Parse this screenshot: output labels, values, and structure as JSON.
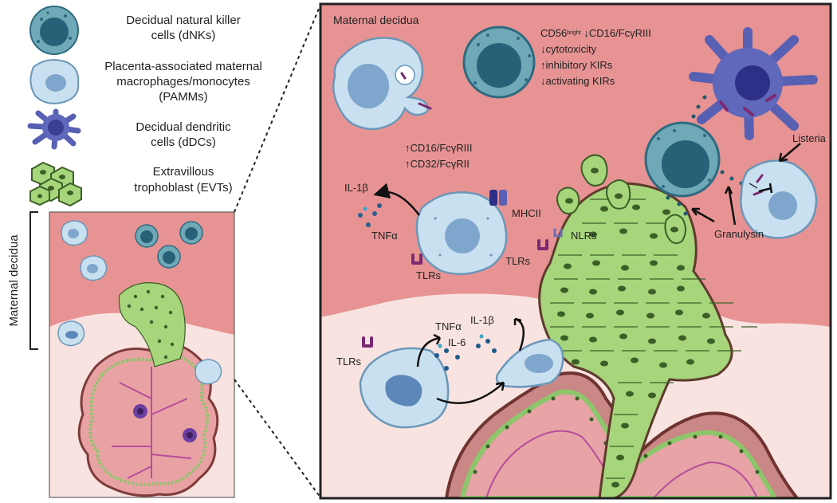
{
  "legend": {
    "dnk": [
      "Decidual natural killer",
      "cells (dNKs)"
    ],
    "pamm": [
      "Placenta-associated maternal",
      "macrophages/monocytes",
      "(PAMMs)"
    ],
    "ddc": [
      "Decidual dendritic",
      "cells (dDCs)"
    ],
    "evt": [
      "Extravillous",
      "trophoblast (EVTs)"
    ]
  },
  "side_label": "Maternal decidua",
  "panel_title": "Maternal  decidua",
  "dnk_features": {
    "line1a": "CD56",
    "line1sup": "bright",
    "line1b": " ↓CD16/FcγRIII",
    "line2": "↓cytotoxicity",
    "line3": "↑inhibitory KIRs",
    "line4": "↓activating KIRs"
  },
  "pamm_receptors": [
    "↑CD16/FcγRIII",
    "↑CD32/FcγRII"
  ],
  "labels": {
    "il1b": "IL-1β",
    "tnfa": "TNFα",
    "mhcii": "MHCII",
    "tlrs": "TLRs",
    "nlrs": "NLRs",
    "listeria": "Listeria",
    "granulysin": "Granulysin",
    "il6": "IL-6"
  },
  "colors": {
    "decidua": "#e79393",
    "lower_tissue": "#f8e3e1",
    "dnk": "#6aa4b1",
    "pamm": "#c7deef",
    "ddc": "#5860b3",
    "evt": "#a6d57b",
    "receptor": "#7b2a72"
  }
}
